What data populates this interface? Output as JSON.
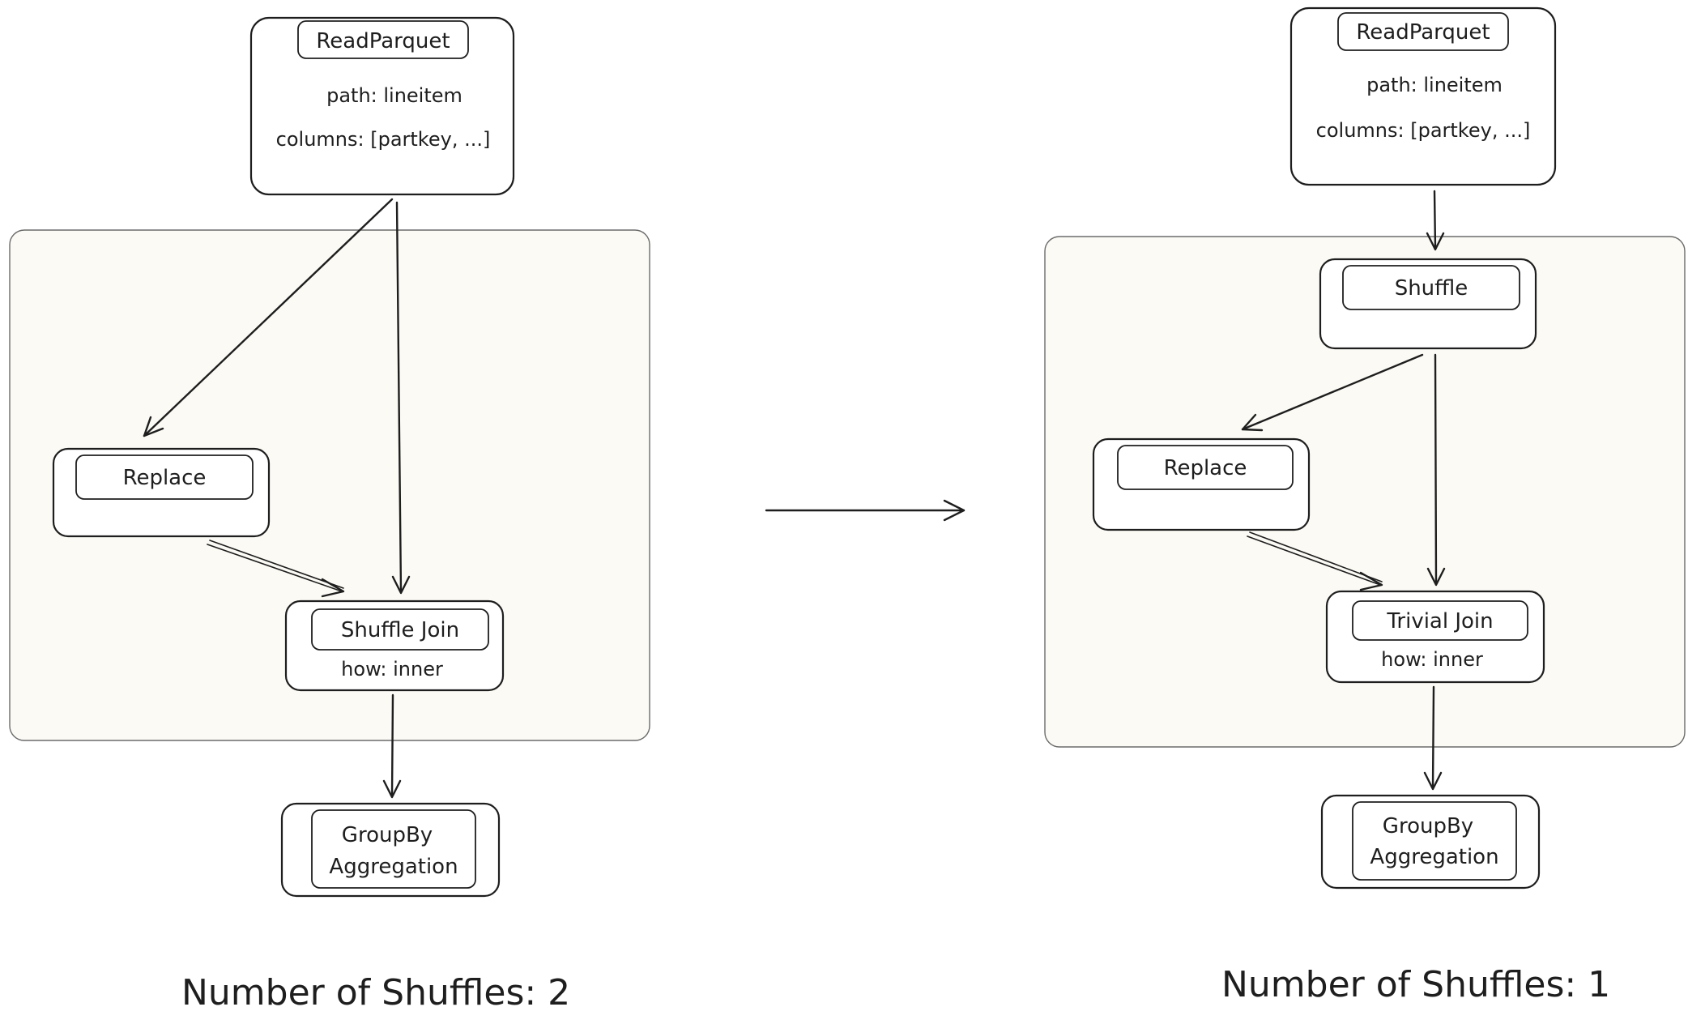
{
  "left": {
    "read": {
      "title": "ReadParquet",
      "path": "path: lineitem",
      "columns": "columns: [partkey, ...]"
    },
    "replace": {
      "title": "Replace"
    },
    "join": {
      "title": "Shuffle Join",
      "how": "how: inner"
    },
    "groupby": {
      "line1": "GroupBy",
      "line2": "Aggregation"
    },
    "footer": "Number of Shuffles: 2"
  },
  "right": {
    "read": {
      "title": "ReadParquet",
      "path": "path: lineitem",
      "columns": "columns: [partkey, ...]"
    },
    "shuffle": {
      "title": "Shuffle"
    },
    "replace": {
      "title": "Replace"
    },
    "join": {
      "title": "Trivial Join",
      "how": "how: inner"
    },
    "groupby": {
      "line1": "GroupBy",
      "line2": "Aggregation"
    },
    "footer": "Number of Shuffles: 1"
  }
}
